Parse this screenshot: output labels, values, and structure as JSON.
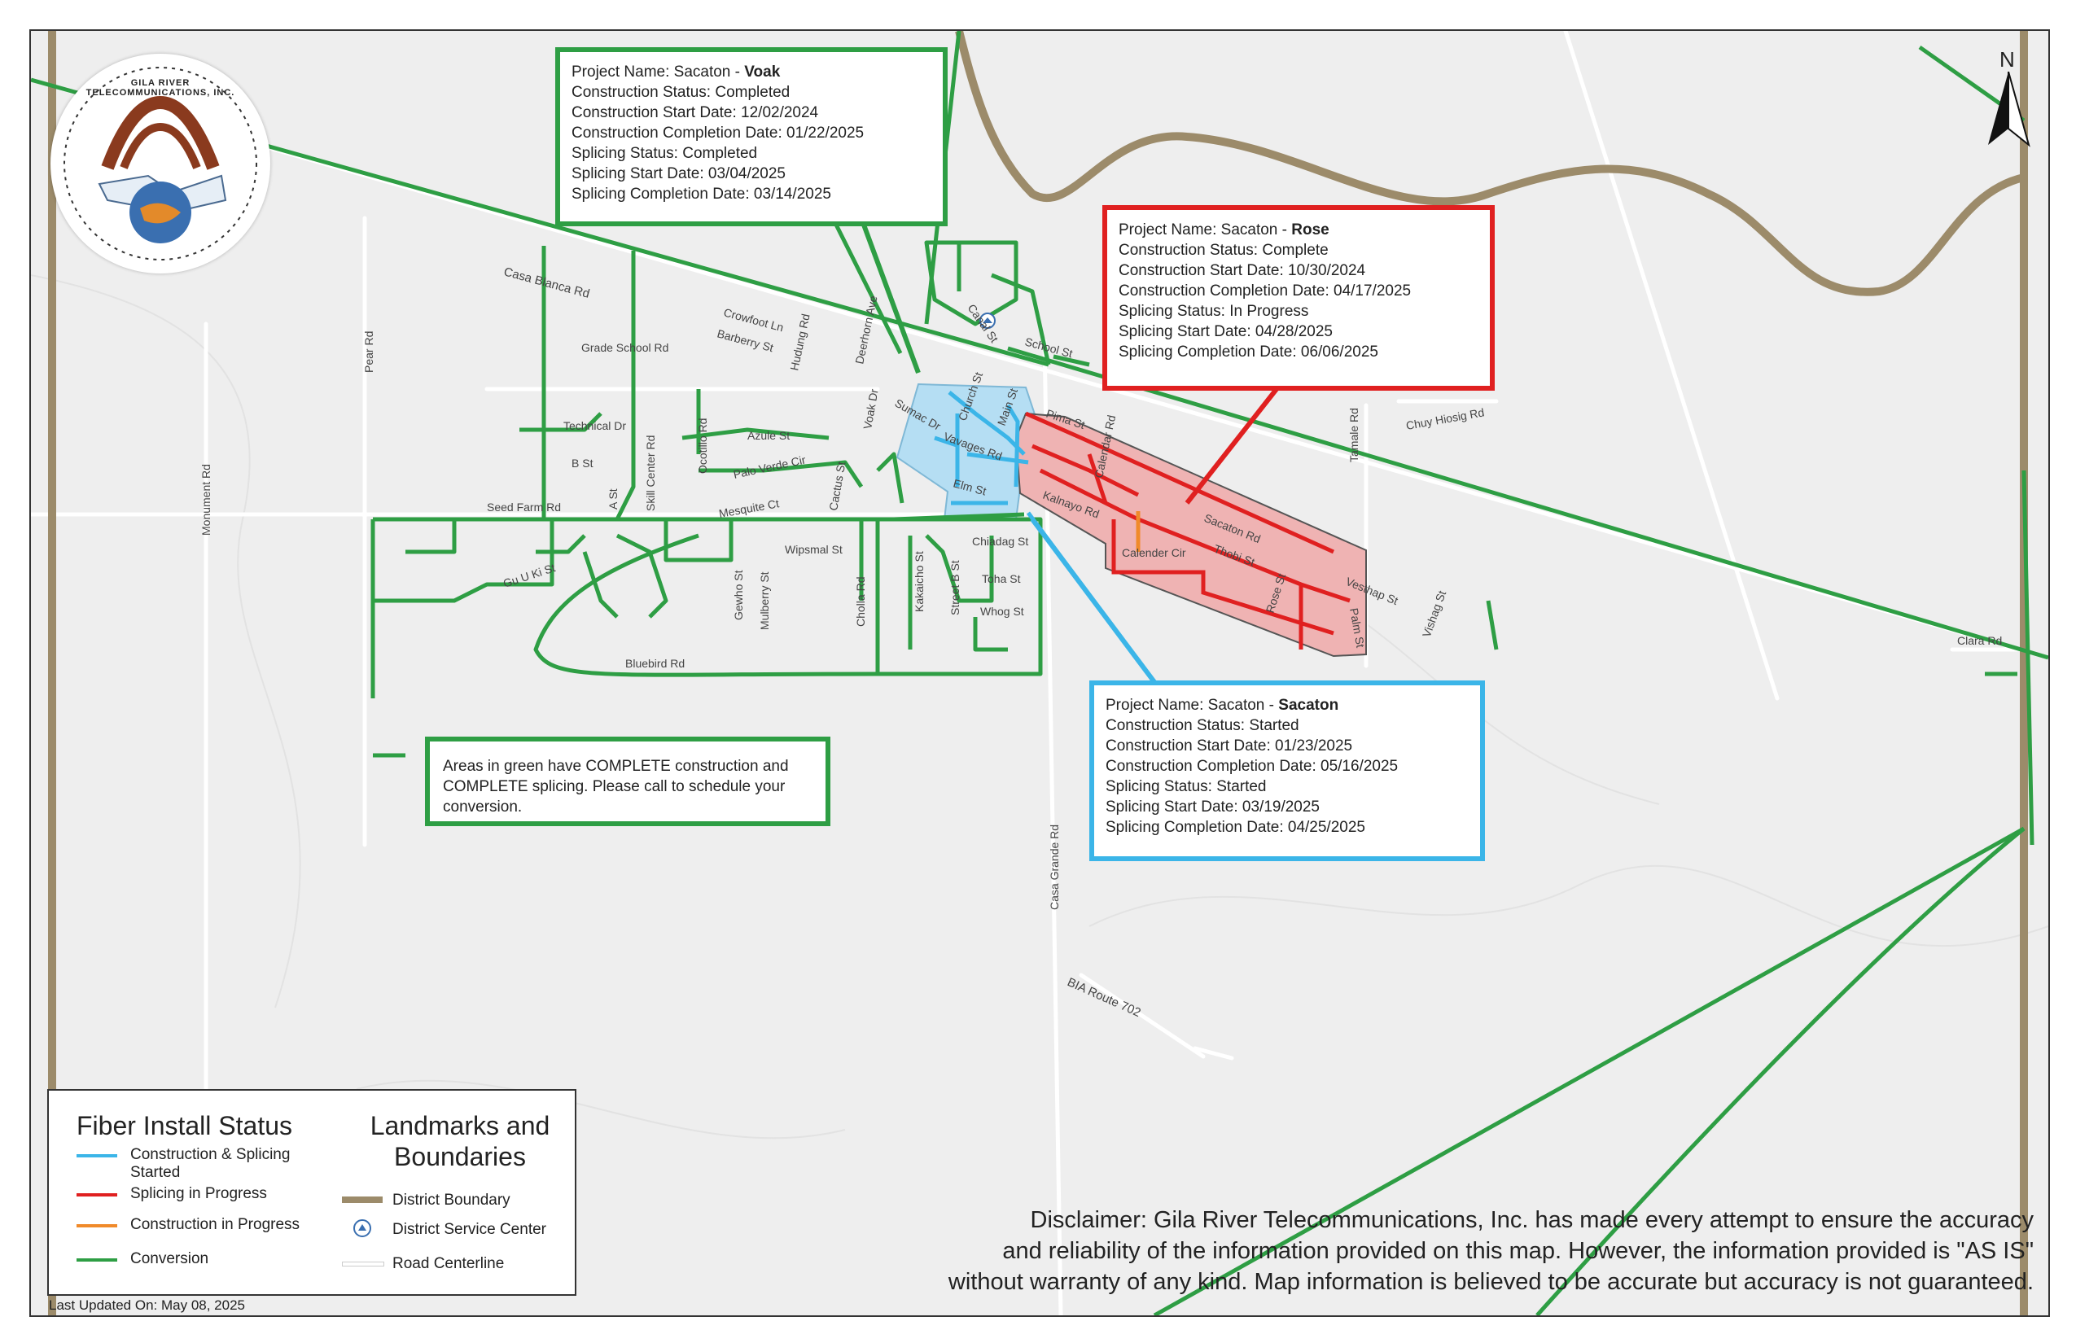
{
  "map": {
    "colors": {
      "background": "#eeeeee",
      "boundary": "#9c8b6a",
      "conversion": "#2e9e44",
      "splicing": "#e02020",
      "construction": "#f08a2a",
      "started": "#3bb5e8",
      "rose_area": "#efb3b3",
      "sacaton_area": "#b5def3",
      "road": "#ffffff"
    },
    "roads": [
      "Casa Blanca Rd",
      "Crowfoot Ln",
      "Barberry St",
      "Hudung Rd",
      "Deerhorn Ave",
      "Canal St",
      "School St",
      "Grade School Rd",
      "Pear Rd",
      "Technical Dr",
      "Azule St",
      "Palo Verde Cir",
      "Cactus St",
      "B St",
      "Skill Center Rd",
      "Ocotillo Rd",
      "Seed Farm Rd",
      "A St",
      "Mesquite Ct",
      "Monument Rd",
      "Voak Dr",
      "Sumac Dr",
      "Church St",
      "Main St",
      "Vavages Rd",
      "Elm St",
      "Pima St",
      "Calendar Rd",
      "Kalnayo Rd",
      "Sacaton Rd",
      "Calender Cir",
      "Thobi St",
      "Rose St",
      "Vesthap St",
      "Palm St",
      "Vishag St",
      "Tamale Rd",
      "Chuy Hiosig Rd",
      "Clara Rd",
      "Gu U Ki St",
      "Bluebird Rd",
      "Wipsmal St",
      "Chiadag St",
      "Gewho St",
      "Mulberry St",
      "Cholla Rd",
      "Kakaicho St",
      "Street B St",
      "Toha St",
      "Whog St",
      "Casa Grande Rd",
      "BIA Route 702"
    ]
  },
  "logo": {
    "text": "GILA RIVER TELECOMMUNICATIONS, INC."
  },
  "north_arrow": {
    "label": "N"
  },
  "callouts": {
    "voak": {
      "name_prefix": "Project Name: Sacaton - ",
      "name_bold": "Voak",
      "lines": [
        "Construction Status: Completed",
        "Construction Start Date: 12/02/2024",
        "Construction Completion Date: 01/22/2025",
        "Splicing Status: Completed",
        "Splicing Start Date: 03/04/2025",
        "Splicing Completion Date: 03/14/2025"
      ],
      "border_color": "#2e9e44"
    },
    "rose": {
      "name_prefix": "Project Name: Sacaton - ",
      "name_bold": "Rose",
      "lines": [
        "Construction Status: Complete",
        "Construction Start Date: 10/30/2024",
        "Construction Completion Date: 04/17/2025",
        "Splicing Status: In Progress",
        "Splicing Start Date: 04/28/2025",
        "Splicing Completion Date: 06/06/2025"
      ],
      "border_color": "#e02020"
    },
    "sacaton": {
      "name_prefix": "Project Name: Sacaton - ",
      "name_bold": "Sacaton",
      "lines": [
        "Construction Status: Started",
        "Construction Start Date: 01/23/2025",
        "Construction Completion Date: 05/16/2025",
        "Splicing Status: Started",
        "Splicing Start Date: 03/19/2025",
        "Splicing Completion Date: 04/25/2025"
      ],
      "border_color": "#3bb5e8"
    }
  },
  "note": {
    "text": "Areas in green have COMPLETE construction and COMPLETE splicing. Please call to schedule your conversion."
  },
  "legend": {
    "fiber_title": "Fiber Install Status",
    "fiber_items": [
      {
        "label": "Construction & Splicing Started",
        "color": "#3bb5e8"
      },
      {
        "label": "Splicing in Progress",
        "color": "#e02020"
      },
      {
        "label": "Construction in Progress",
        "color": "#f08a2a"
      },
      {
        "label": "Conversion",
        "color": "#2e9e44"
      }
    ],
    "landmarks_title_1": "Landmarks and",
    "landmarks_title_2": "Boundaries",
    "landmark_items": [
      {
        "label": "District Boundary",
        "icon": "boundary-swatch"
      },
      {
        "label": "District Service Center",
        "icon": "service-center-icon"
      },
      {
        "label": "Road Centerline",
        "icon": "road-swatch"
      }
    ]
  },
  "disclaimer": {
    "lines": [
      "Disclaimer: Gila River Telecommunications, Inc. has made every attempt to ensure the accuracy",
      "and reliability of the information provided on this map. However, the information provided is \"AS IS\"",
      "without warranty of any kind. Map information is believed to be accurate but accuracy is not guaranteed."
    ]
  },
  "updated": "Last Updated On: May 08, 2025"
}
